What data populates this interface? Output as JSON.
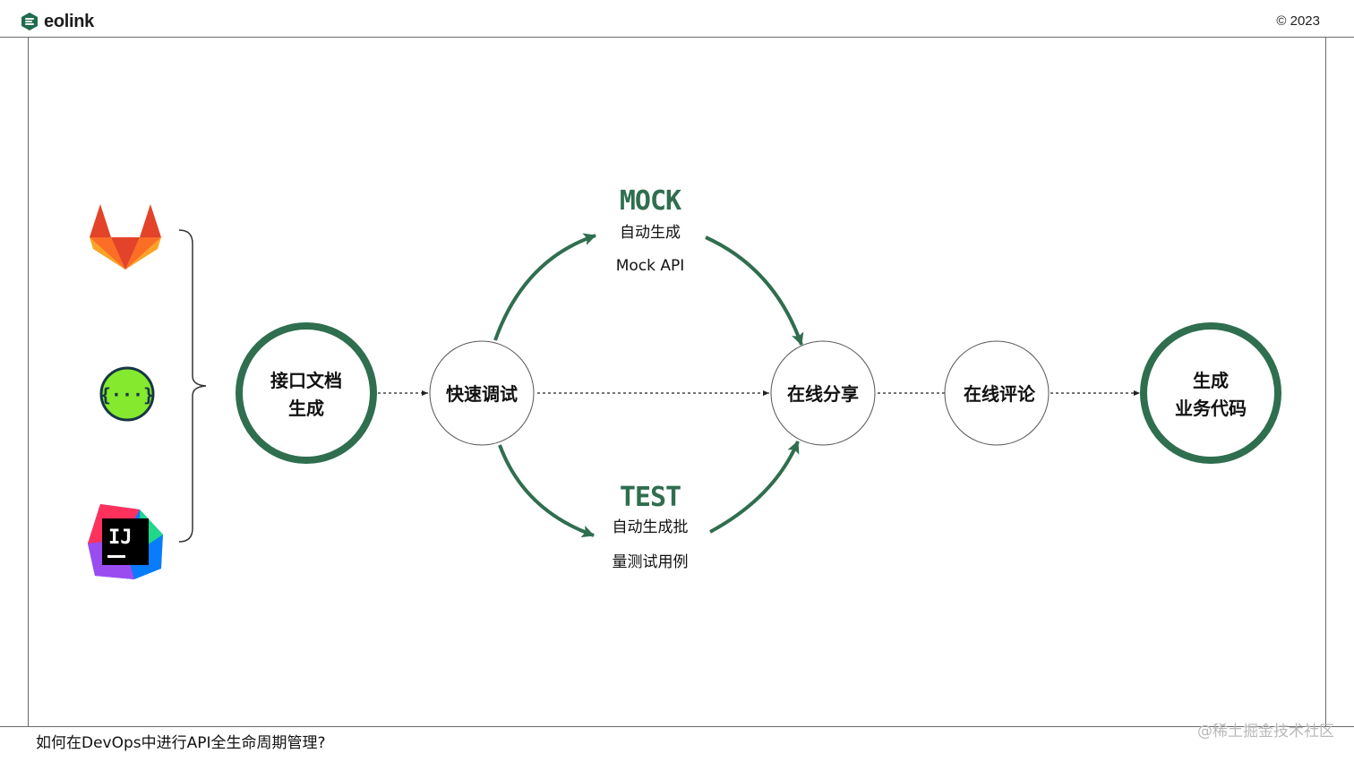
{
  "header": {
    "brand": "eolink",
    "copyright": "© 2023"
  },
  "footer": {
    "caption": "如何在DevOps中进行API全生命周期管理?",
    "watermark": "@稀土掘金技术社区"
  },
  "colors": {
    "accent_green": "#2f6e4f",
    "node_stroke": "#555555",
    "frame_line": "#555555"
  },
  "source_icons": [
    "gitlab-icon",
    "swagger-icon",
    "intellij-icon"
  ],
  "intellij_badge": "IJ",
  "nodes": {
    "doc": {
      "line1": "接口文档",
      "line2": "生成"
    },
    "debug": {
      "label": "快速调试"
    },
    "share": {
      "label": "在线分享"
    },
    "comment": {
      "label": "在线评论"
    },
    "code": {
      "line1": "生成",
      "line2": "业务代码"
    }
  },
  "mock": {
    "title": "MOCK",
    "line1": "自动生成",
    "line2": "Mock API"
  },
  "test": {
    "title": "TEST",
    "line1": "自动生成批",
    "line2": "量测试用例"
  }
}
